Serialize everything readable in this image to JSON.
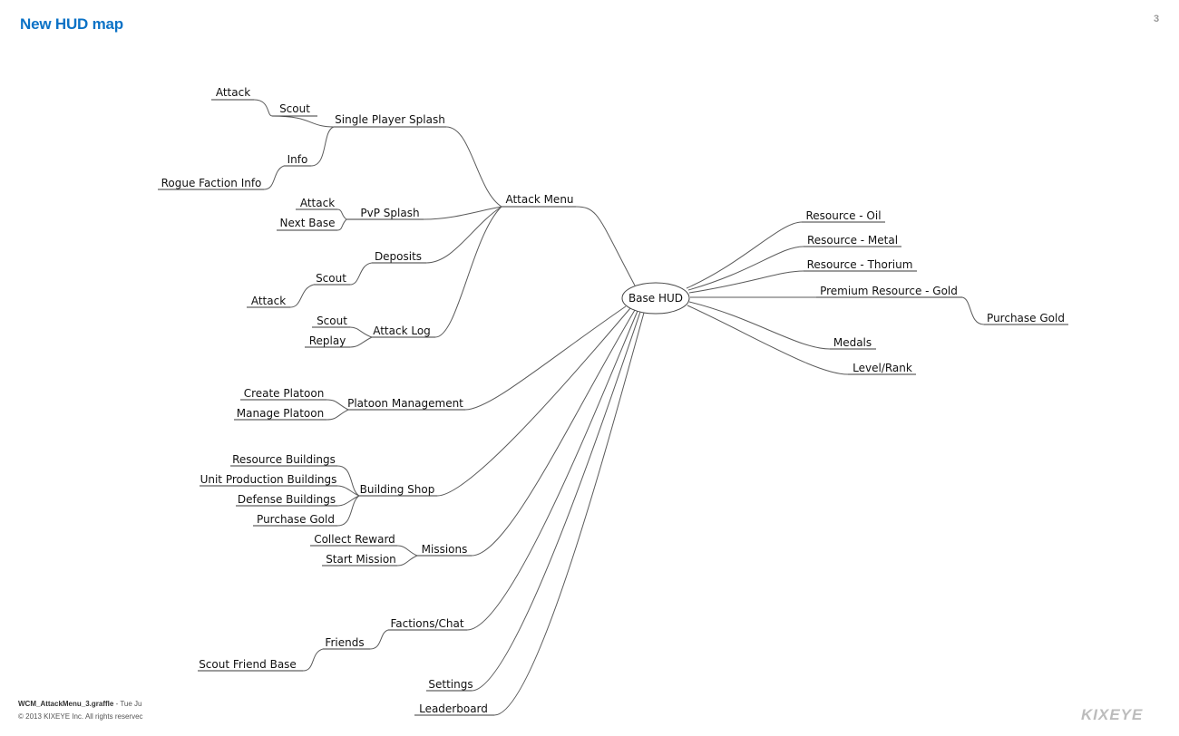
{
  "header": {
    "title": "New HUD map",
    "page_number": "3"
  },
  "footer": {
    "filename": "WCM_AttackMenu_3.graffle",
    "date": " - Tue Ju",
    "copyright": "© 2013 KIXEYE Inc. All rights reservec"
  },
  "logo": {
    "text": "KIXEYE"
  },
  "mindmap": {
    "root": "Base HUD",
    "attack_menu": "Attack Menu",
    "single_player_splash": "Single Player Splash",
    "sps_scout": "Scout",
    "sps_attack": "Attack",
    "sps_info": "Info",
    "sps_rogue_faction_info": "Rogue Faction Info",
    "pvp_splash": "PvP Splash",
    "pvp_attack": "Attack",
    "pvp_next_base": "Next Base",
    "deposits": "Deposits",
    "dep_scout": "Scout",
    "dep_attack": "Attack",
    "attack_log": "Attack Log",
    "log_scout": "Scout",
    "log_replay": "Replay",
    "platoon_management": "Platoon Management",
    "create_platoon": "Create Platoon",
    "manage_platoon": "Manage Platoon",
    "building_shop": "Building Shop",
    "resource_buildings": "Resource Buildings",
    "unit_production_buildings": "Unit Production Buildings",
    "defense_buildings": "Defense Buildings",
    "shop_purchase_gold": "Purchase Gold",
    "missions": "Missions",
    "collect_reward": "Collect Reward",
    "start_mission": "Start Mission",
    "factions_chat": "Factions/Chat",
    "friends": "Friends",
    "scout_friend_base": "Scout Friend Base",
    "settings": "Settings",
    "leaderboard": "Leaderboard",
    "resource_oil": "Resource - Oil",
    "resource_metal": "Resource - Metal",
    "resource_thorium": "Resource - Thorium",
    "premium_resource_gold": "Premium Resource - Gold",
    "premium_purchase_gold": "Purchase Gold",
    "medals": "Medals",
    "level_rank": "Level/Rank"
  }
}
